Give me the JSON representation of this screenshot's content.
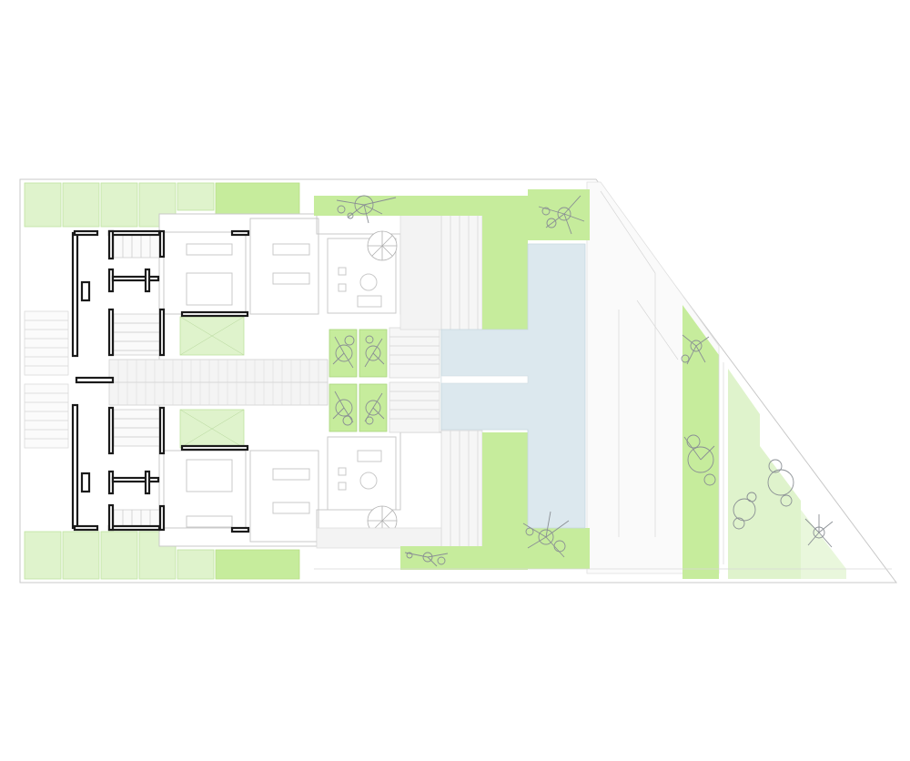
{
  "drawing": {
    "type": "site-floor-plan",
    "labels_visible": false,
    "colors": {
      "background": "#ffffff",
      "outline": "#c9c9c9",
      "lawn": "#c6ec9c",
      "lawn_light": "#dff3cc",
      "pool": "#dce8ee",
      "paving": "#f4f4f4",
      "walls": "#1a1a1a",
      "tree_symbol": "#8a8f94"
    },
    "units": 2,
    "elements": [
      "site-boundary",
      "terraced-gardens",
      "twin-dwellings",
      "central-corridor",
      "courtyards",
      "spiral-stairs",
      "planters",
      "pool",
      "lawns",
      "trees",
      "parking-strips"
    ]
  }
}
